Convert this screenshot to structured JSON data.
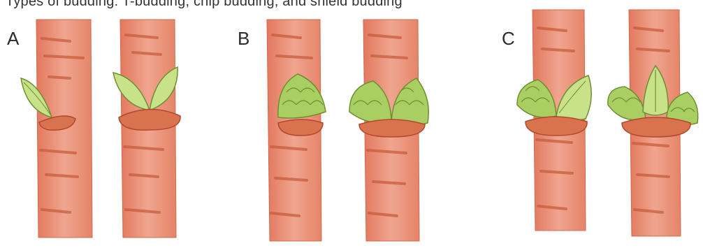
{
  "caption": "Types of budding: T-budding, chip budding, and shield budding",
  "panels": [
    {
      "letter": "A"
    },
    {
      "letter": "B"
    },
    {
      "letter": "C"
    }
  ],
  "colors": {
    "stem": "#e98f78",
    "stem_stroke": "#c5573b",
    "bark_mark": "#c45a38",
    "leaf_fill": "#c8e28a",
    "leaf_stroke": "#6e8f2f",
    "bud_fill": "#a9cf63"
  }
}
